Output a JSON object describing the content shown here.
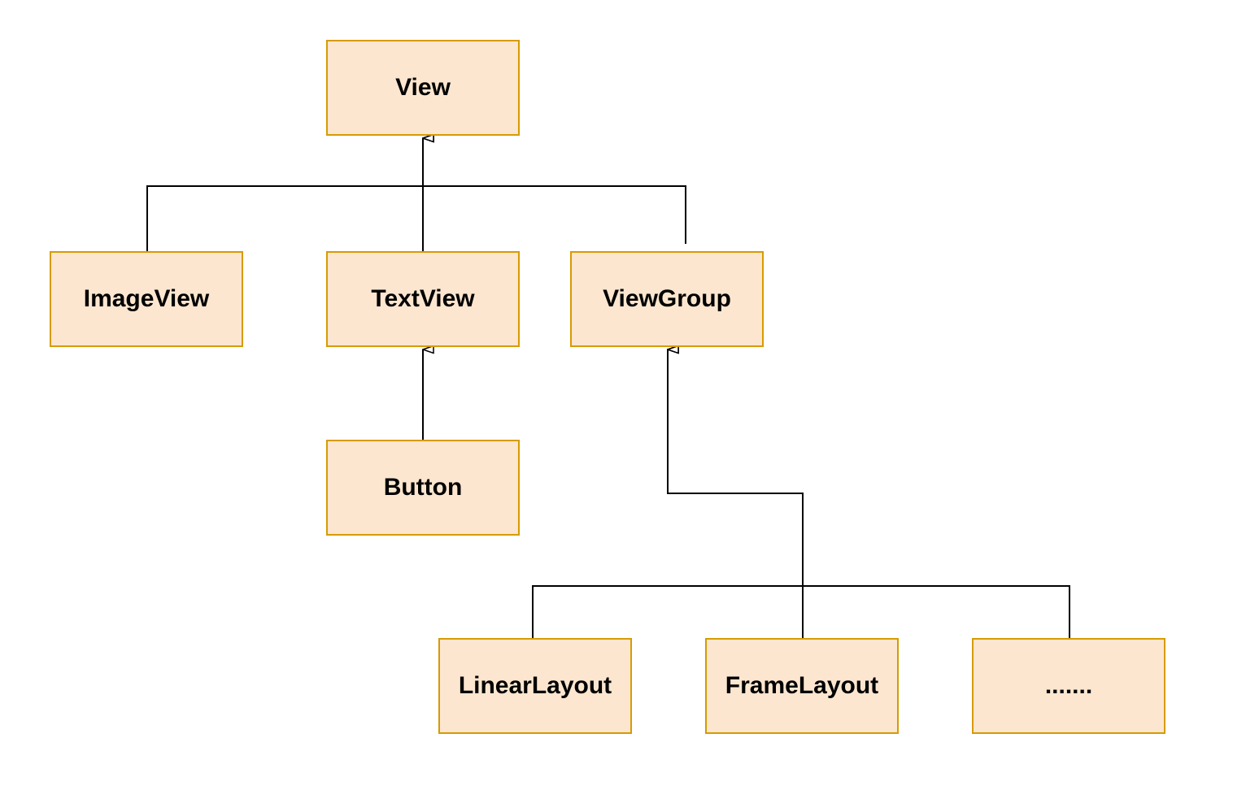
{
  "diagram": {
    "nodes": {
      "view": "View",
      "imageview": "ImageView",
      "textview": "TextView",
      "viewgroup": "ViewGroup",
      "button": "Button",
      "linearlayout": "LinearLayout",
      "framelayout": "FrameLayout",
      "more": "......."
    },
    "edges": [
      {
        "from": "imageview",
        "to": "view",
        "type": "inheritance"
      },
      {
        "from": "textview",
        "to": "view",
        "type": "inheritance"
      },
      {
        "from": "viewgroup",
        "to": "view",
        "type": "inheritance"
      },
      {
        "from": "button",
        "to": "textview",
        "type": "inheritance"
      },
      {
        "from": "linearlayout",
        "to": "viewgroup",
        "type": "inheritance"
      },
      {
        "from": "framelayout",
        "to": "viewgroup",
        "type": "inheritance"
      },
      {
        "from": "more",
        "to": "viewgroup",
        "type": "inheritance"
      }
    ],
    "colors": {
      "node_fill": "#fce6cf",
      "node_border": "#d79b00",
      "edge": "#000000"
    }
  }
}
